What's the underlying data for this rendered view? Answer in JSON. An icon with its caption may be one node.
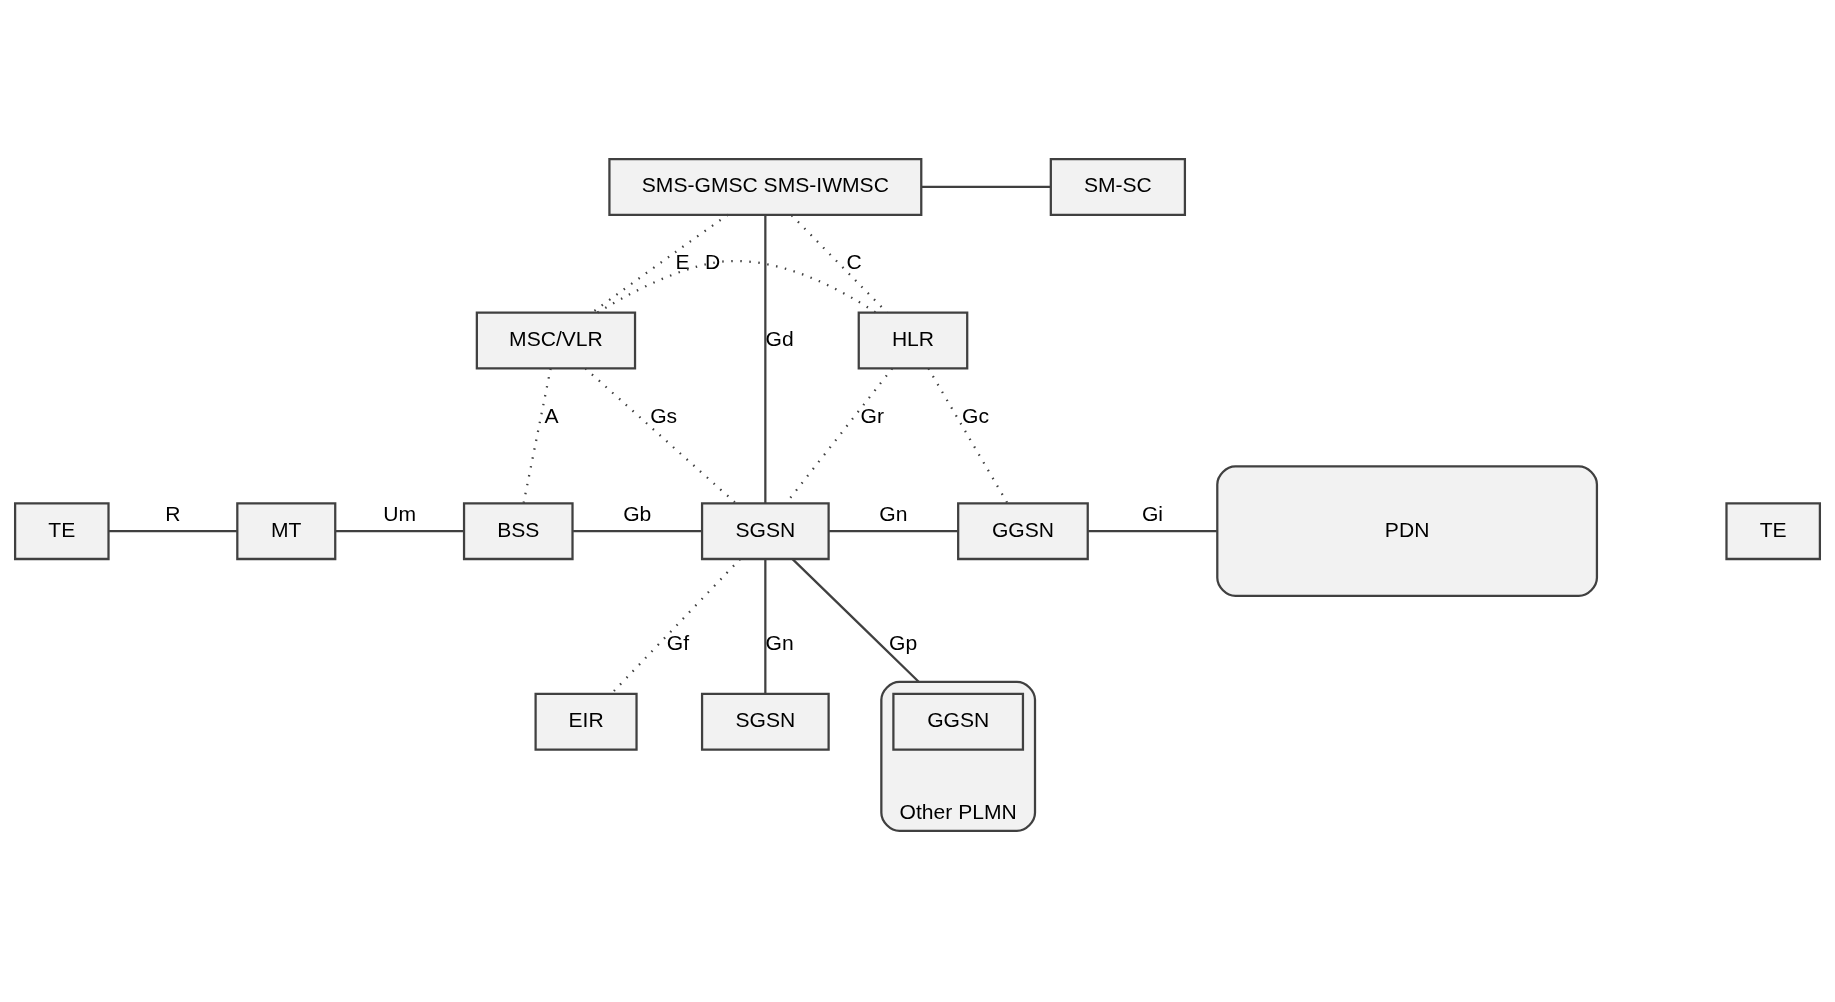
{
  "diagram": {
    "nodes": [
      {
        "text": [
          "SMS-GMSC SMS-IWMSC"
        ]
      },
      {
        "text": [
          "SM-SC"
        ]
      },
      {
        "text": [
          "MSC/VLR"
        ]
      },
      {
        "text": [
          "HLR"
        ]
      },
      {
        "text": [
          "TE"
        ]
      },
      {
        "text": [
          "MT"
        ]
      },
      {
        "text": [
          "BSS"
        ]
      },
      {
        "text": [
          "SGSN"
        ]
      },
      {
        "text": [
          "GGSN"
        ]
      },
      {
        "text": [
          "PDN"
        ]
      },
      {
        "text": [
          "TE"
        ]
      },
      {
        "text": [
          "EIR"
        ]
      },
      {
        "text": [
          "SGSN"
        ]
      },
      {
        "text": [
          "Other PLMN"
        ]
      },
      {
        "text": [
          "GGSN"
        ],
        "in": 13
      }
    ],
    "edges": [
      {
        "from": 0,
        "to": 1,
        "arrow": "none"
      },
      {
        "from": 0,
        "to": 2,
        "arrow": "none",
        "label": "E",
        "style": "dashed"
      },
      {
        "from": 0,
        "to": 3,
        "arrow": "none",
        "label": "C",
        "style": "dashed"
      },
      {
        "from": 0,
        "to": 7,
        "arrow": "none",
        "label": "Gd"
      },
      {
        "from": 2,
        "to": 3,
        "arrow": "none",
        "label": "D",
        "style": "dashed"
      },
      {
        "from": 2,
        "to": 6,
        "arrow": "none",
        "label": "A",
        "style": "dashed"
      },
      {
        "from": 2,
        "to": 7,
        "arrow": "none",
        "label": "Gs",
        "style": "dashed"
      },
      {
        "from": 3,
        "to": 7,
        "arrow": "none",
        "label": "Gr",
        "style": "dashed"
      },
      {
        "from": 3,
        "to": 8,
        "arrow": "none",
        "label": "Gc",
        "style": "dashed"
      },
      {
        "from": 4,
        "to": 5,
        "arrow": "none",
        "label": "R"
      },
      {
        "from": 5,
        "to": 6,
        "arrow": "none",
        "label": "Um"
      },
      {
        "from": 6,
        "to": 7,
        "arrow": "none",
        "label": "Gb"
      },
      {
        "from": 7,
        "to": 8,
        "arrow": "none",
        "label": "Gn"
      },
      {
        "from": 8,
        "to": 9,
        "arrow": "none",
        "label": "Gi"
      },
      {
        "from": 7,
        "to": 11,
        "arrow": "none",
        "label": "Gf",
        "style": "dashed"
      },
      {
        "from": 7,
        "to": 12,
        "arrow": "none",
        "label": "Gn"
      },
      {
        "from": 7,
        "to": 13,
        "arrow": "none",
        "label": "Gp"
      }
    ]
  }
}
